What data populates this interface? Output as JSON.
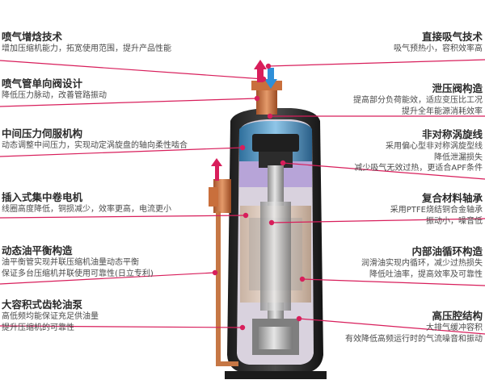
{
  "left_features": [
    {
      "title": "喷气增焓技术",
      "desc": [
        "增加压缩机能力，拓宽使用范围，提升产品性能"
      ]
    },
    {
      "title": "喷气管单向阀设计",
      "desc": [
        "降低压力脉动，改善管路振动"
      ]
    },
    {
      "title": "中间压力伺服机构",
      "desc": [
        "动态调整中间压力，实现动定涡旋盘的轴向柔性啮合"
      ]
    },
    {
      "title": "插入式集中卷电机",
      "desc": [
        "线圈高度降低，铜损减少，效率更高，电流更小"
      ]
    },
    {
      "title": "动态油平衡构造",
      "desc": [
        "油平衡管实现并联压缩机油量动态平衡",
        "保证多台压缩机并联使用可靠性(日立专利)"
      ]
    },
    {
      "title": "大容积式齿轮油泵",
      "desc": [
        "高低频均能保证充足供油量",
        "提升压缩机的可靠性"
      ]
    }
  ],
  "right_features": [
    {
      "title": "直接吸气技术",
      "desc": [
        "吸气预热小，容积效率高"
      ]
    },
    {
      "title": "泄压阀构造",
      "desc": [
        "提高部分负荷能效，适应变压比工况",
        "提升全年能源消耗效率"
      ]
    },
    {
      "title": "非对称涡旋线",
      "desc": [
        "采用偏心型非对称涡旋型线",
        "降低泄漏损失",
        "减少吸气无效过热，更适合APF条件"
      ]
    },
    {
      "title": "复合材料轴承",
      "desc": [
        "采用PTFE烧结铜合金轴承",
        "振动小，噪音低"
      ]
    },
    {
      "title": "内部油循环构造",
      "desc": [
        "润滑油实现内循环，减少过热损失",
        "降低吐油率，提高效率及可靠性"
      ]
    },
    {
      "title": "高压腔结构",
      "desc": [
        "大排气缓冲容积",
        "有效降低高频运行时的气流噪音和振动"
      ]
    }
  ],
  "colors": {
    "accent": "#d81e5b",
    "title": "#2b2b2b",
    "desc": "#4a4a4a"
  }
}
